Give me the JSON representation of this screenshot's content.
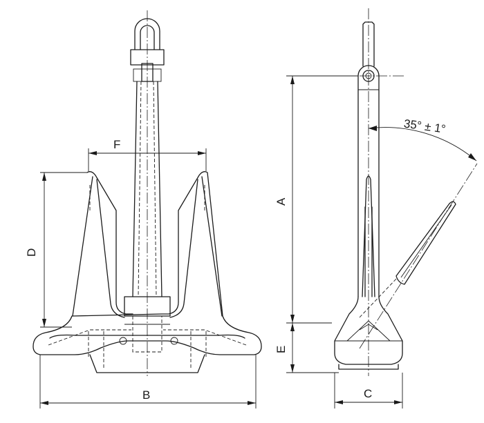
{
  "labels": {
    "A": "A",
    "B": "B",
    "C": "C",
    "D": "D",
    "E": "E",
    "F": "F",
    "angle": "35° ± 1°"
  }
}
